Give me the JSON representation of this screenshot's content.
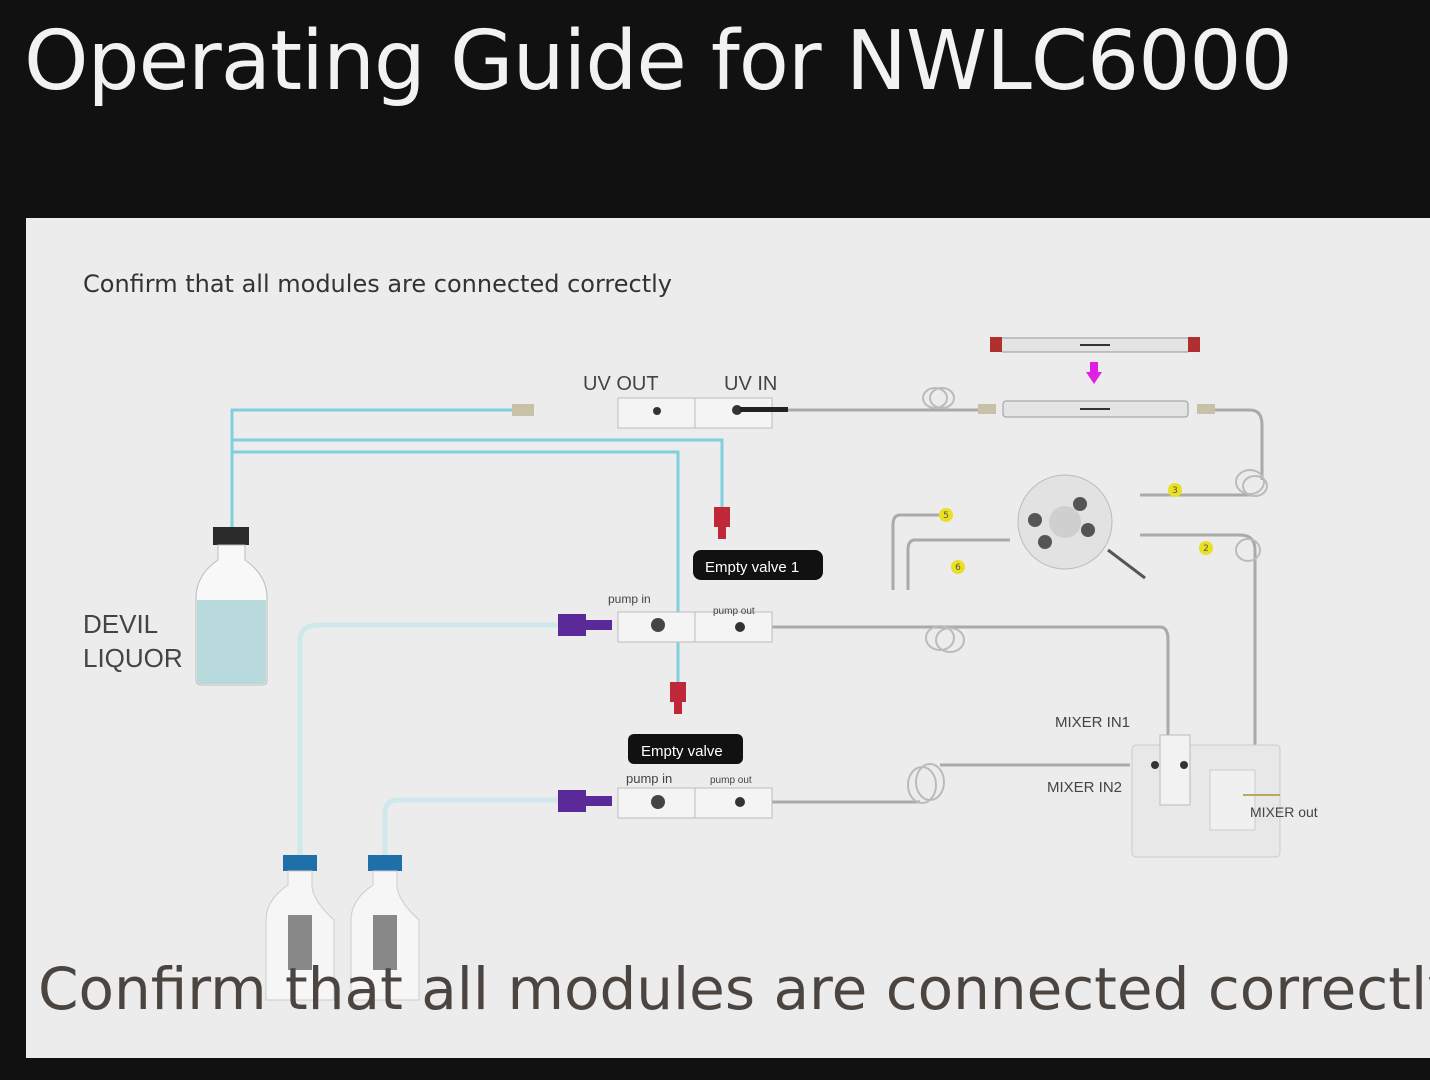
{
  "title": "Operating Guide for NWLC6000",
  "subtitle": "Confirm that all modules are connected correctly",
  "caption": "Confirm that all modules are connected correctly",
  "diagram": {
    "uv_out": "UV OUT",
    "uv_in": "UV IN",
    "empty_valve_1": "Empty valve 1",
    "empty_valve": "Empty valve",
    "pump1_in": "pump in",
    "pump1_out": "pump out",
    "pump2_in": "pump in",
    "pump2_out": "pump out",
    "bottle_label_1": "DEVIL",
    "bottle_label_2": "LIQUOR",
    "mixer_in1": "MIXER IN1",
    "mixer_in2": "MIXER IN2",
    "mixer_out": "MIXER out",
    "port_numbers": [
      "3",
      "5",
      "2",
      "6"
    ]
  },
  "colors": {
    "tubing": "#7fd0dc",
    "valve_cap": "#c0283a",
    "pump_fitting": "#5b2a9a",
    "arrow": "#e020e0",
    "port_marker": "#e8e020"
  }
}
